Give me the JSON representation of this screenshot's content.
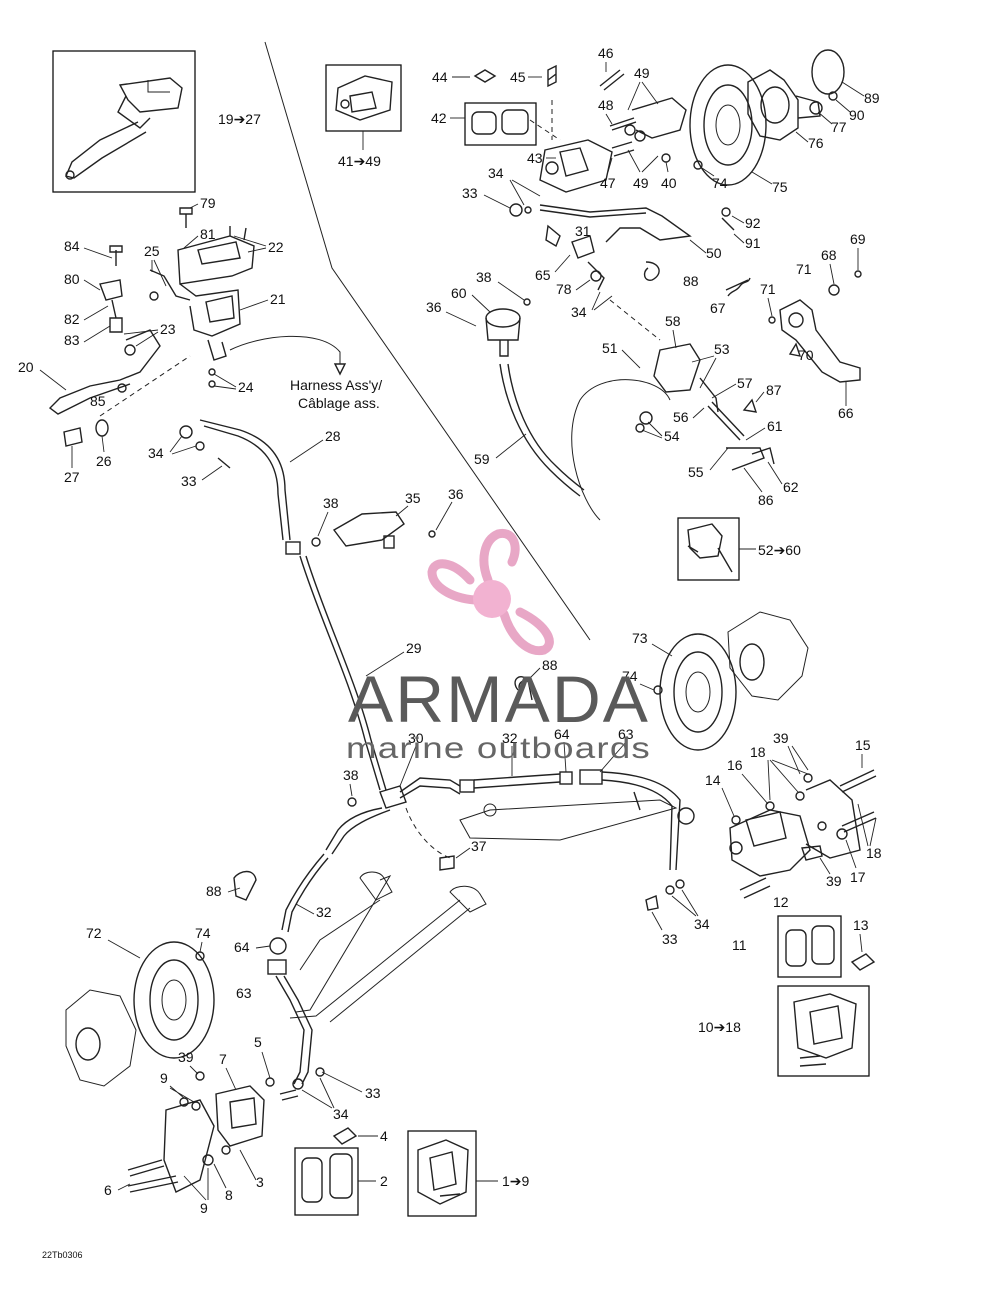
{
  "labels": {
    "l1_9": "1➔9",
    "l2": "2",
    "l3": "3",
    "l4": "4",
    "l5": "5",
    "l6": "6",
    "l7": "7",
    "l8": "8",
    "l9a": "9",
    "l9b": "9",
    "l10_18": "10➔18",
    "l11": "11",
    "l12": "12",
    "l13": "13",
    "l14": "14",
    "l15": "15",
    "l16": "16",
    "l17": "17",
    "l18a": "18",
    "l18b": "18",
    "l19_27": "19➔27",
    "l20": "20",
    "l21": "21",
    "l22": "22",
    "l23": "23",
    "l24": "24",
    "l25": "25",
    "l26": "26",
    "l27": "27",
    "l28": "28",
    "l29": "29",
    "l30": "30",
    "l31": "31",
    "l32a": "32",
    "l32b": "32",
    "l33a": "33",
    "l33b": "33",
    "l33c": "33",
    "l33d": "33",
    "l34a": "34",
    "l34b": "34",
    "l34c": "34",
    "l34d": "34",
    "l34e": "34",
    "l35": "35",
    "l36a": "36",
    "l36b": "36",
    "l37": "37",
    "l38a": "38",
    "l38b": "38",
    "l38c": "38",
    "l39a": "39",
    "l39b": "39",
    "l39c": "39",
    "l40": "40",
    "l41_49": "41➔49",
    "l42": "42",
    "l43": "43",
    "l44": "44",
    "l45": "45",
    "l46": "46",
    "l47": "47",
    "l48": "48",
    "l49a": "49",
    "l49b": "49",
    "l50": "50",
    "l51": "51",
    "l52_60": "52➔60",
    "l53": "53",
    "l54": "54",
    "l55": "55",
    "l56": "56",
    "l57": "57",
    "l58": "58",
    "l59": "59",
    "l60": "60",
    "l61": "61",
    "l62": "62",
    "l63a": "63",
    "l63b": "63",
    "l64a": "64",
    "l64b": "64",
    "l65": "65",
    "l66": "66",
    "l67": "67",
    "l68": "68",
    "l69": "69",
    "l70": "70",
    "l71a": "71",
    "l71b": "71",
    "l72": "72",
    "l73": "73",
    "l74a": "74",
    "l74b": "74",
    "l74c": "74",
    "l75": "75",
    "l76": "76",
    "l77": "77",
    "l78": "78",
    "l79": "79",
    "l80": "80",
    "l81": "81",
    "l82": "82",
    "l83": "83",
    "l84": "84",
    "l85": "85",
    "l86": "86",
    "l87": "87",
    "l88a": "88",
    "l88b": "88",
    "l88c": "88",
    "l89": "89",
    "l90": "90",
    "l91": "91",
    "l92": "92"
  },
  "harness_note": {
    "line1": "Harness Ass'y/",
    "line2": "Câblage ass."
  },
  "drawing_code": "22Tb0306",
  "watermark": {
    "brand": "ARMADA",
    "tagline": "marine outboards",
    "logo": "propeller-logo",
    "logo_color": "#e8a7c6",
    "logo_hub_color": "#f2b2d1"
  }
}
